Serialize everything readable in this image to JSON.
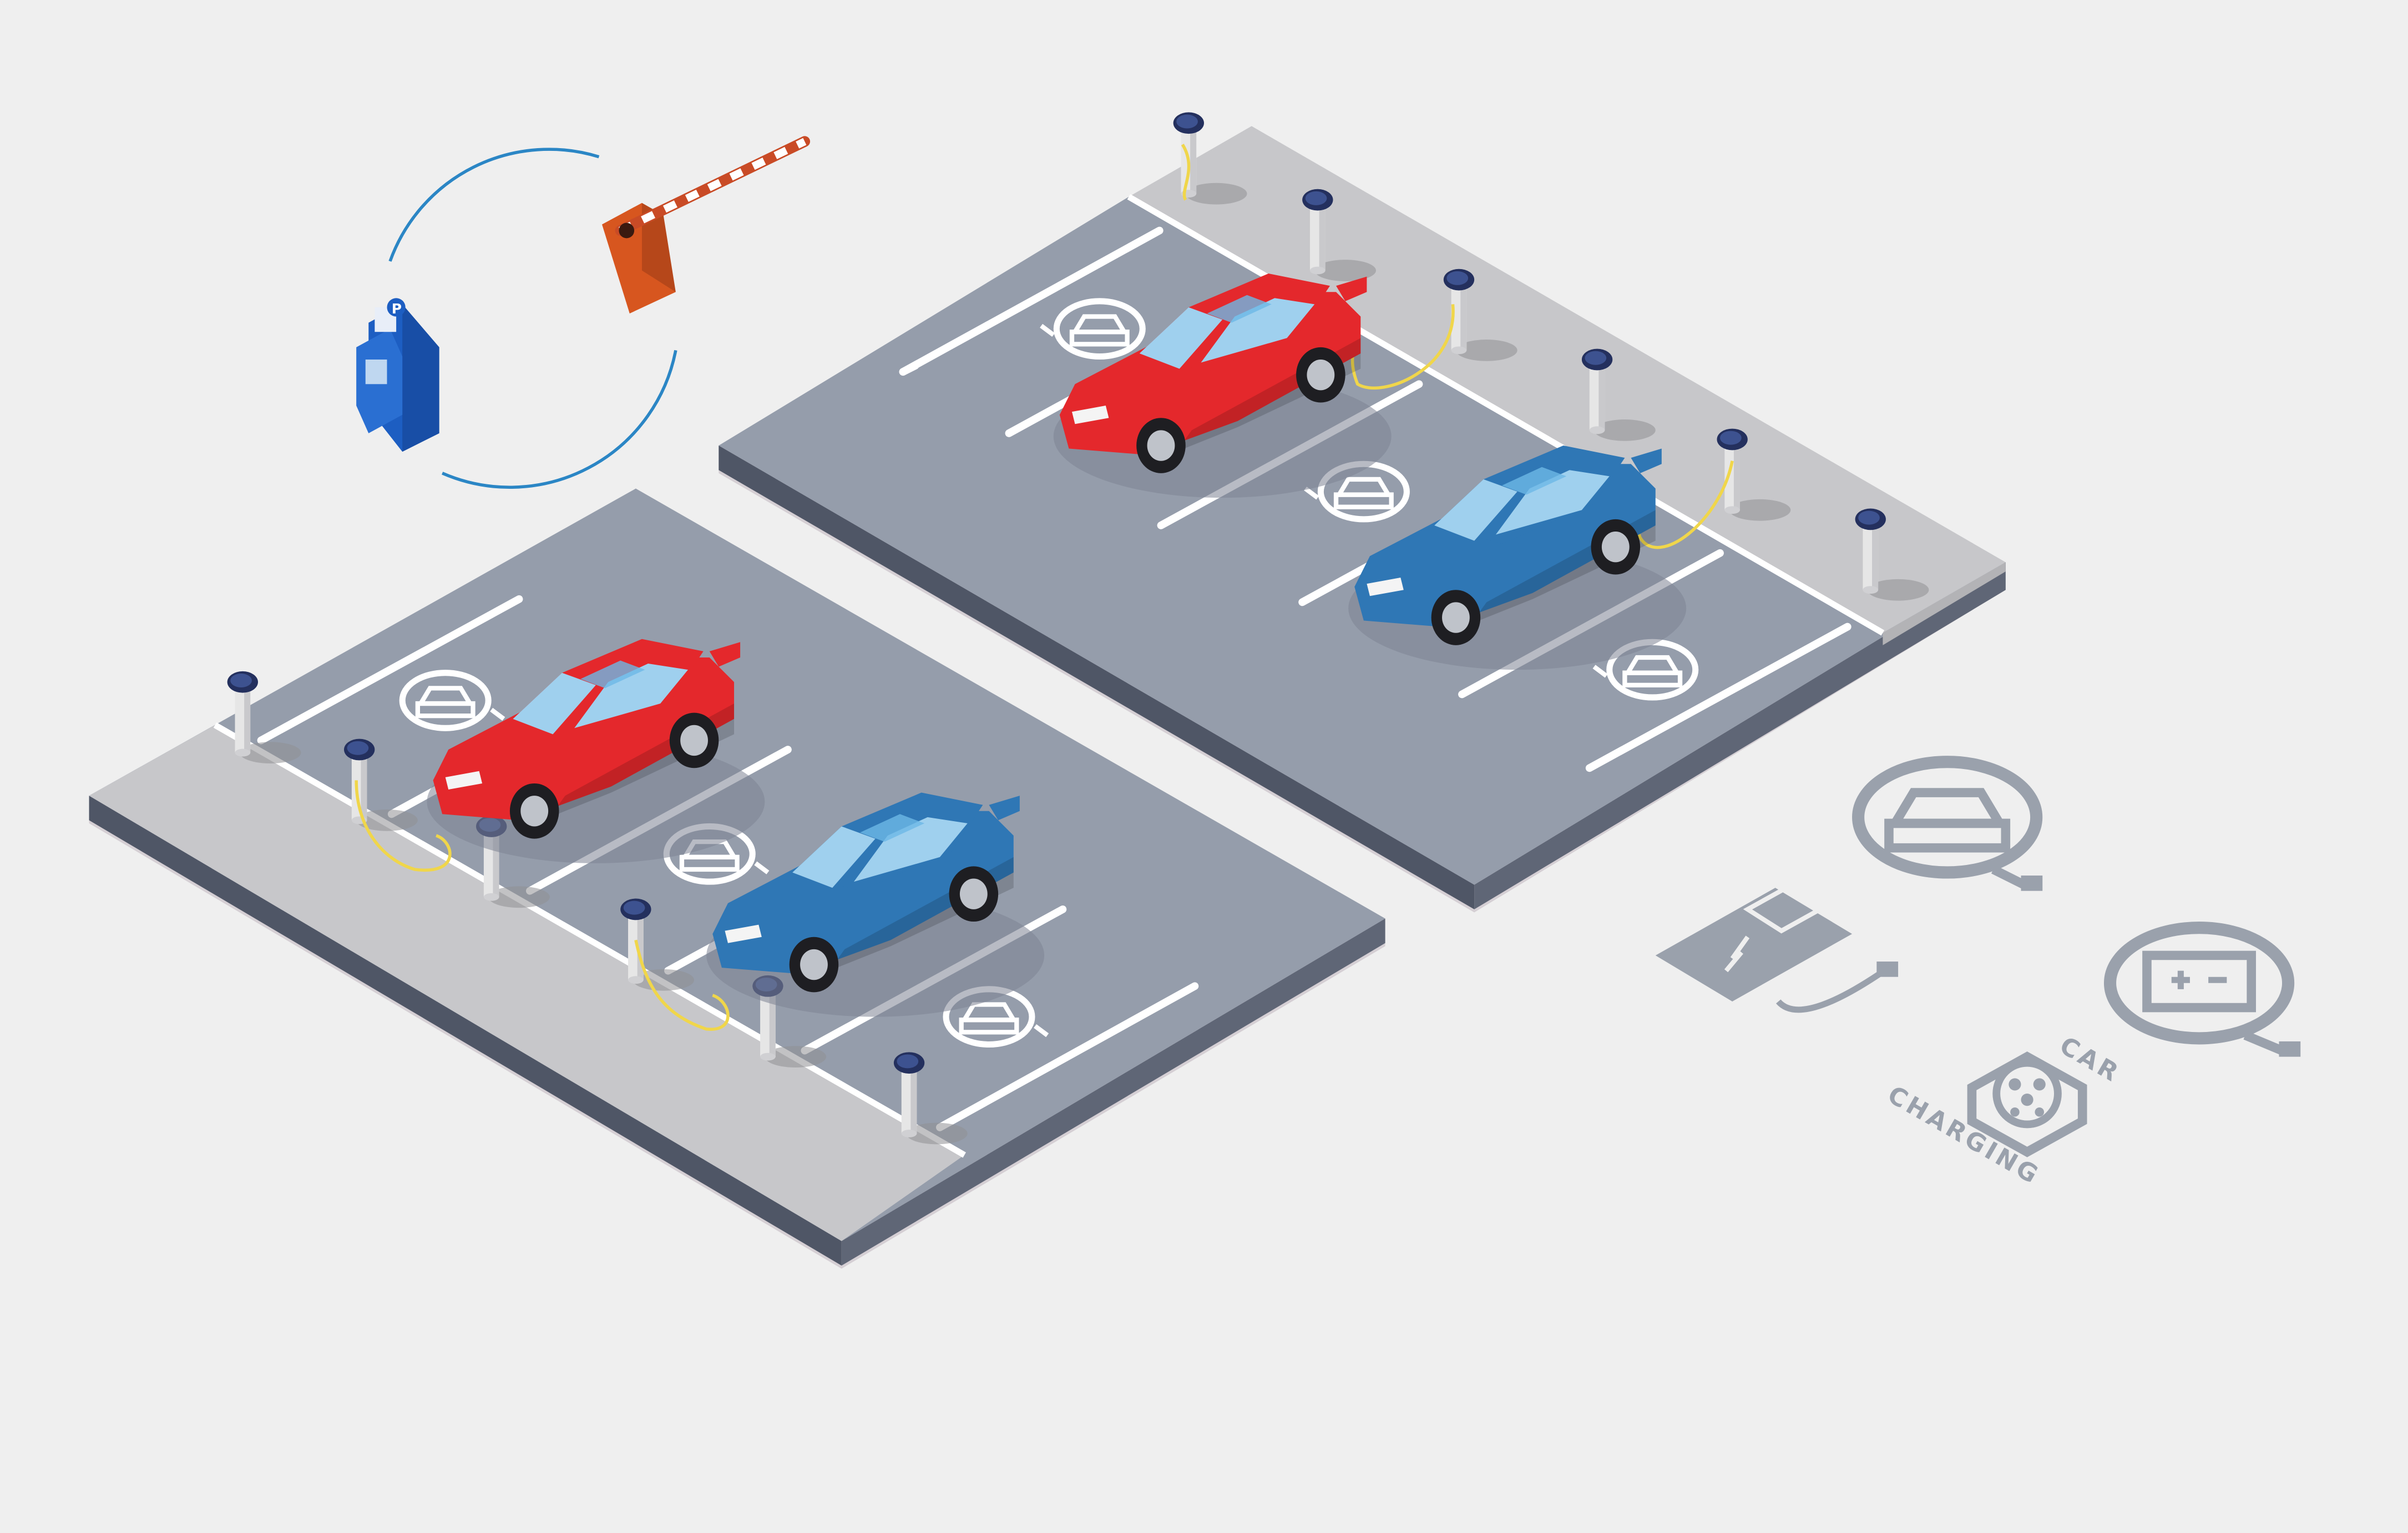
{
  "colors": {
    "background": "#efefef",
    "asphalt": "#959dab",
    "asphalt_side": "#4f5666",
    "asphalt_base": "#d5cfd4",
    "sidewalk": "#c7c7ca",
    "sidewalk_side": "#b8b8bb",
    "line": "#ffffff",
    "car_red": "#e4282c",
    "car_blue": "#2f77b5",
    "glass": "#9fd0ee",
    "bollard": "#e6e6e6",
    "bollard_cap": "#24305e",
    "cable": "#f0d64a",
    "icon_grey": "#9aa1ac",
    "barrier_body": "#d7561f",
    "kiosk_blue": "#1d5ec2"
  },
  "icons": [
    "ev-parking-icon",
    "battery-charger-icon",
    "battery-plug-icon",
    "charging-connector-icon",
    "parking-kiosk-icon",
    "boom-barrier-icon"
  ],
  "kiosk": {
    "sign_text": "P"
  },
  "charging_label": {
    "line1": "CAR",
    "line2": "CHARGING"
  }
}
